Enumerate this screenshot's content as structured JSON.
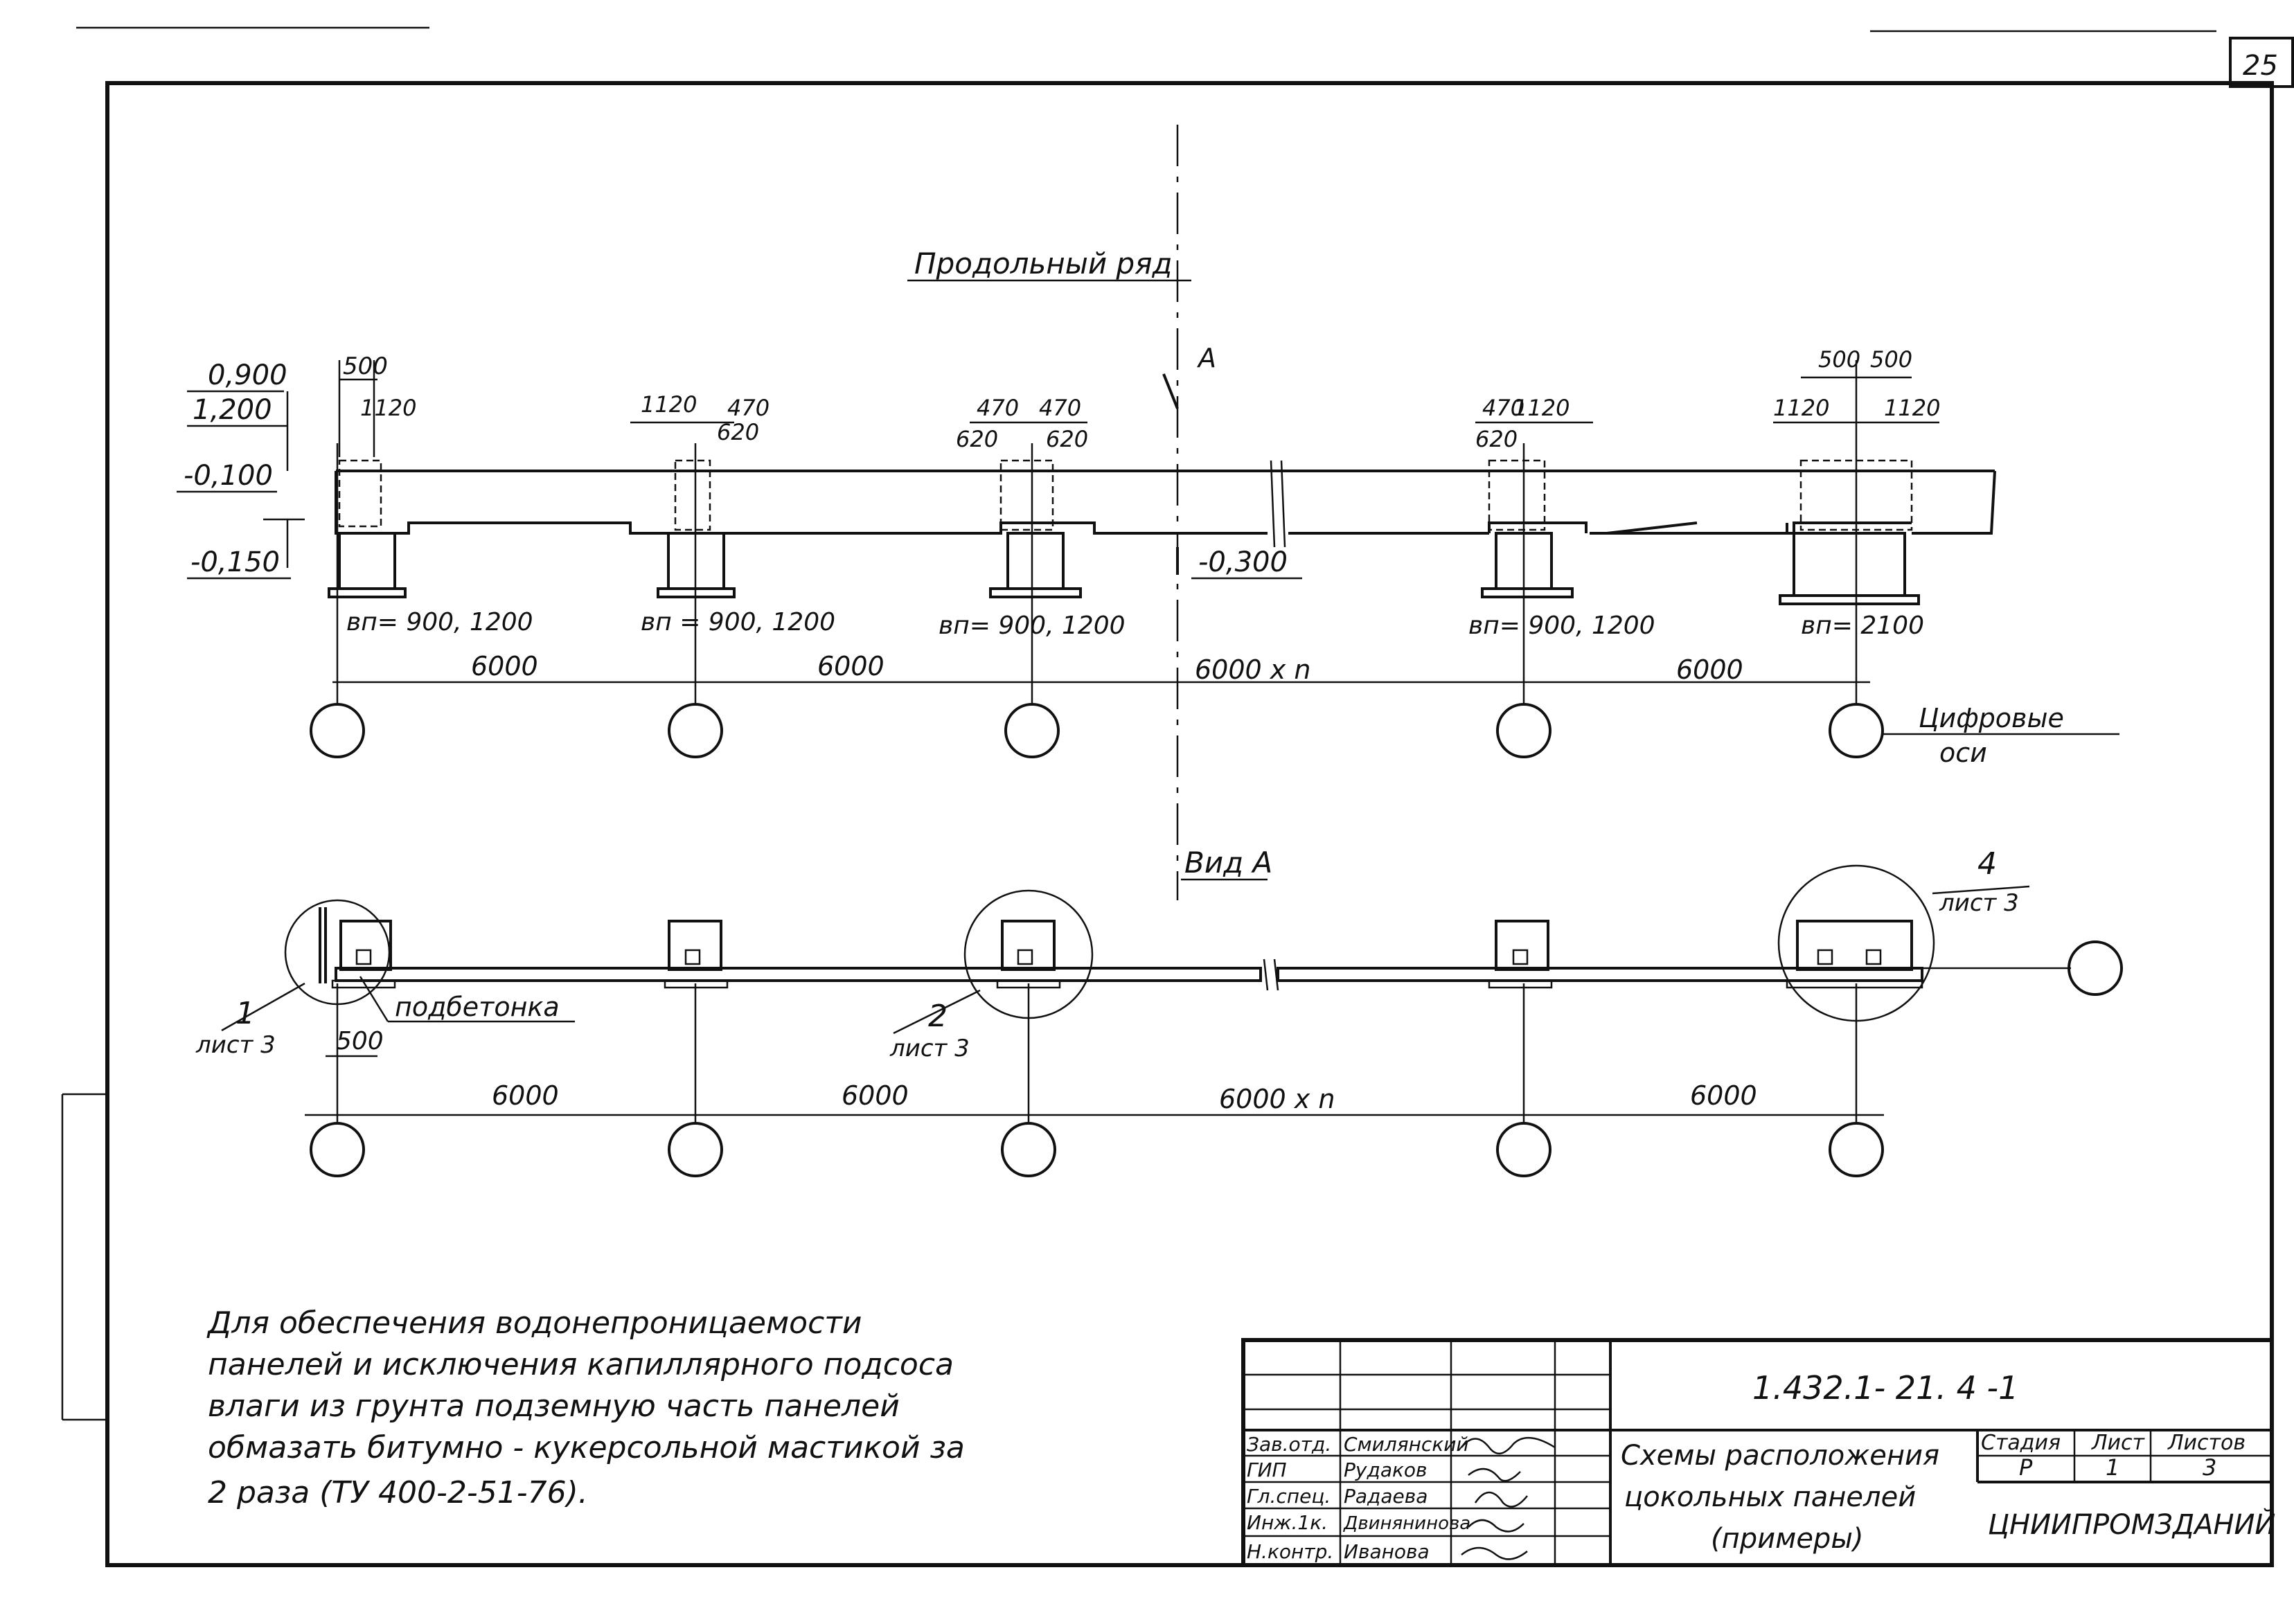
{
  "sheet_number": "25",
  "section_title": "Продольный  ряд",
  "view_title": "Вид А",
  "section_mark": "А",
  "elevations": {
    "e1": "0,900",
    "e2": "1,200",
    "e3": "-0,100",
    "e4": "-0,150",
    "e5": "-0,300"
  },
  "top_dims": {
    "d500": "500",
    "d1120": "1120",
    "d470": "470",
    "d620": "620"
  },
  "footing_labels": [
    "вп= 900, 1200",
    "вп = 900, 1200",
    "вп= 900, 1200",
    "вп= 900, 1200",
    "вп= 2100"
  ],
  "spans": [
    "6000",
    "6000",
    "6000 х n",
    "6000"
  ],
  "axis_label": {
    "line1": "Цифровые",
    "line2": "оси"
  },
  "callouts": [
    {
      "num": "1",
      "sheet": "лист 3"
    },
    {
      "num": "2",
      "sheet": "лист 3"
    },
    {
      "num": "4",
      "sheet": "лист 3"
    }
  ],
  "podbetonka": "подбетонка",
  "dim_500": "500",
  "note_lines": [
    "Для    обеспечения    водонепроницаемости",
    "панелей  и  исключения   капиллярного  подсоса",
    "влаги  из   грунта   подземную   часть  панелей",
    "обмазать  битумно - кукерсольной  мастикой  за",
    "2 раза (ТУ 400-2-51-76)."
  ],
  "title_block": {
    "code": "1.432.1- 21. 4 -1",
    "title": [
      "Схемы расположения",
      "цокольных  панелей",
      "(примеры)"
    ],
    "stage_header": "Стадия",
    "sheet_header": "Лист",
    "sheets_header": "Листов",
    "stage": "Р",
    "sheet": "1",
    "sheets": "3",
    "org": "ЦНИИПРОМЗДАНИЙ",
    "roles": [
      "Зав.отд.",
      "ГИП",
      "Гл.спец.",
      "Инж.1к.",
      "Н.контр."
    ],
    "names": [
      "Смилянский",
      "Рудаков",
      "Радаева",
      "Двинянинова",
      "Иванова"
    ]
  }
}
